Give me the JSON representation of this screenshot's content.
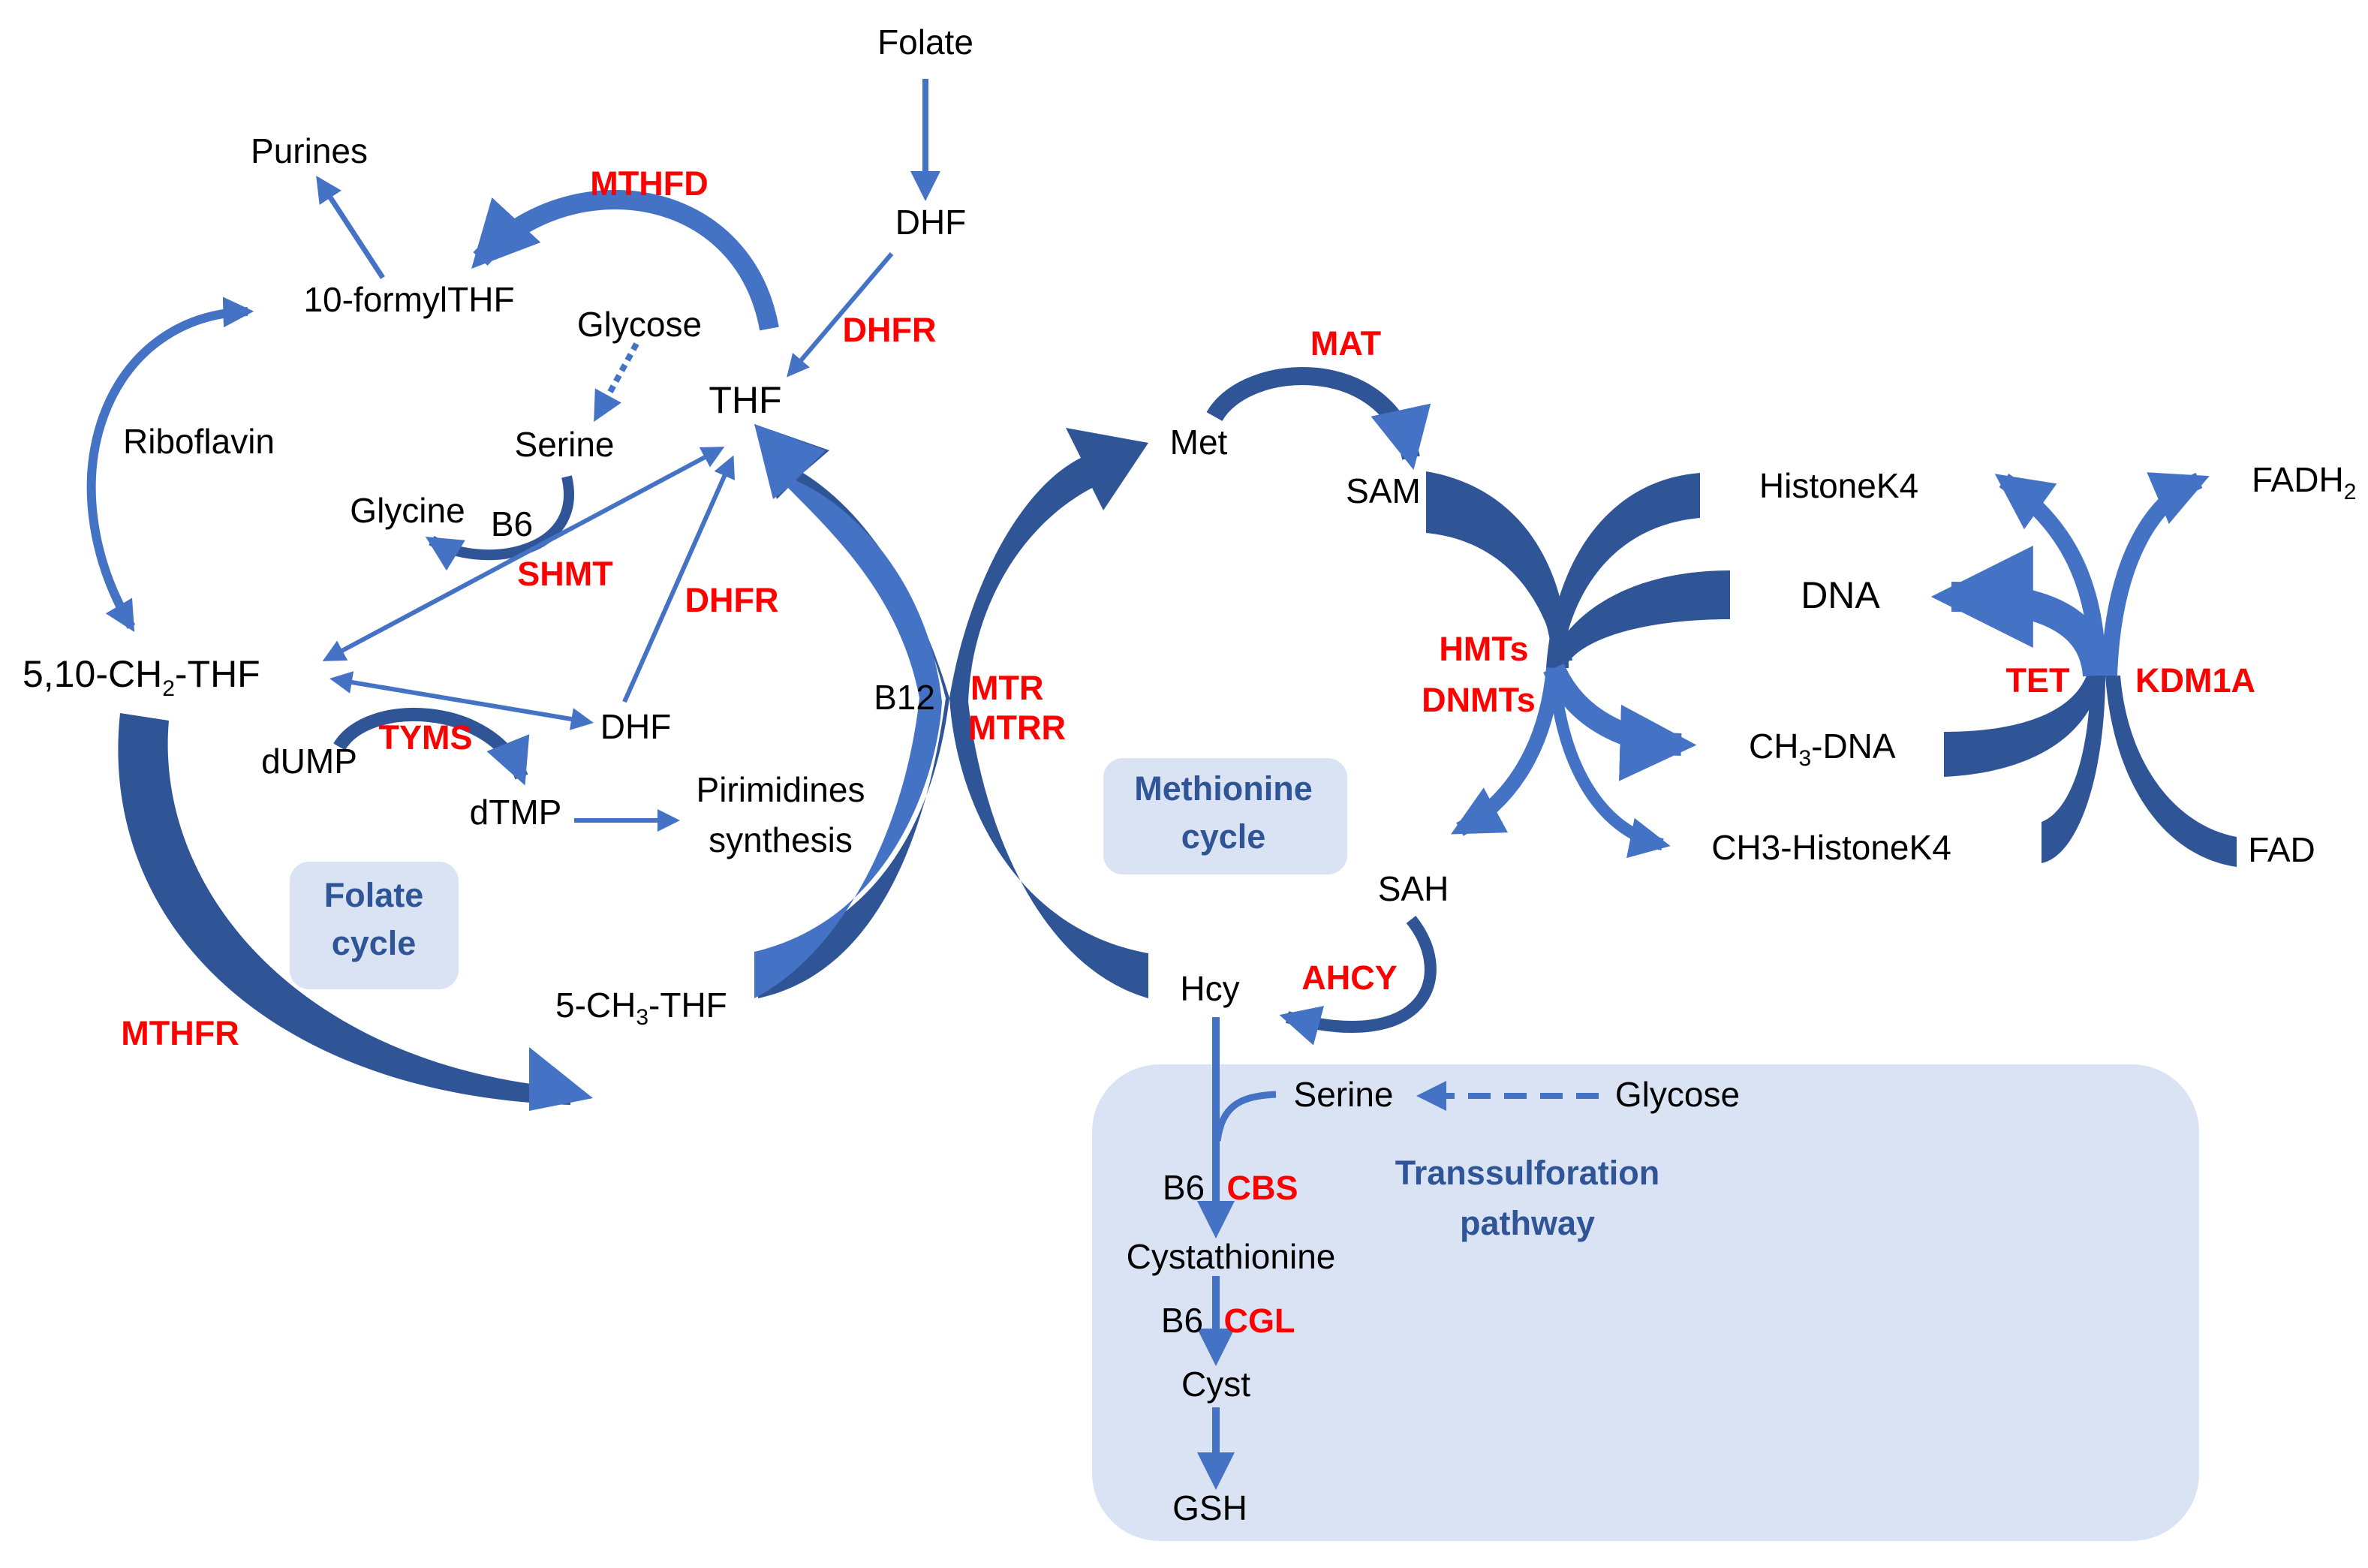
{
  "colors": {
    "arrow": "#4472c4",
    "arrow_dark": "#2f5597",
    "enzyme": "#ff0000",
    "box_fill": "#dae3f3",
    "box_title": "#2f5597",
    "text": "#000000"
  },
  "metabolites": {
    "folate": "Folate",
    "dhf_top": "DHF",
    "thf": "THF",
    "purines": "Purines",
    "formyl_thf": "10-formylTHF",
    "glycose_folate": "Glycose",
    "serine_folate": "Serine",
    "glycine": "Glycine",
    "b6_shmt": "B6",
    "riboflavin": "Riboflavin",
    "methylene_thf_pre": "5,10-CH",
    "methylene_thf_sub": "2",
    "methylene_thf_post": "-THF",
    "dump": "dUMP",
    "dhf_mid": "DHF",
    "dtmp": "dTMP",
    "pirimidines_line1": "Pirimidines",
    "pirimidines_line2": "synthesis",
    "methyl_thf_pre": "5-CH",
    "methyl_thf_sub": "3",
    "methyl_thf_post": "-THF",
    "b12": "B12",
    "met": "Met",
    "sam": "SAM",
    "sah": "SAH",
    "hcy": "Hcy",
    "histone": "HistoneK4",
    "dna": "DNA",
    "ch3_dna_pre": "CH",
    "ch3_dna_sub": "3",
    "ch3_dna_post": "-DNA",
    "ch3_histone": "CH3-HistoneK4",
    "fadh2_pre": "FADH",
    "fadh2_sub": "2",
    "fad": "FAD",
    "serine_trans": "Serine",
    "glycose_trans": "Glycose",
    "b6_cbs": "B6",
    "cystathionine": "Cystathionine",
    "b6_cgl": "B6",
    "cyst": "Cyst",
    "gsh": "GSH"
  },
  "enzymes": {
    "mthfd": "MTHFD",
    "dhfr_top": "DHFR",
    "shmt": "SHMT",
    "dhfr_mid": "DHFR",
    "tyms": "TYMS",
    "mthfr": "MTHFR",
    "mtr": "MTR",
    "mtrr": "MTRR",
    "mat": "MAT",
    "hmts": "HMTs",
    "dnmts": "DNMTs",
    "ahcy": "AHCY",
    "tet": "TET",
    "kdm1a": "KDM1A",
    "cbs": "CBS",
    "cgl": "CGL"
  },
  "boxes": {
    "folate_line1": "Folate",
    "folate_line2": "cycle",
    "methionine_line1": "Methionine",
    "methionine_line2": "cycle",
    "trans_line1": "Transsulforation",
    "trans_line2": "pathway"
  }
}
